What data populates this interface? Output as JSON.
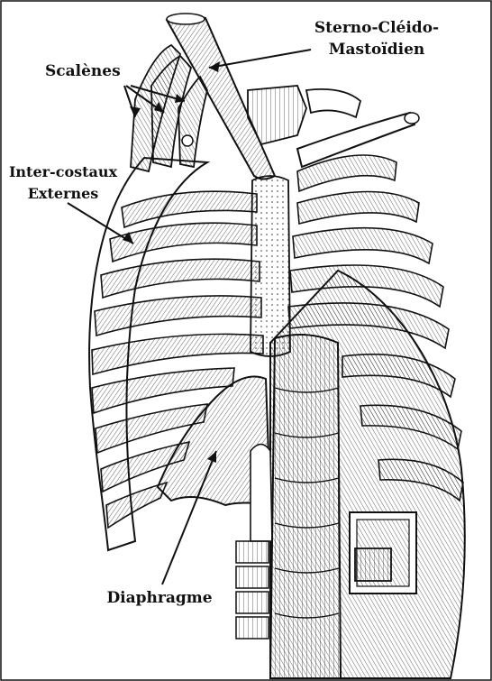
{
  "labels": {
    "scm_line1": "Sterno-Cléido-",
    "scm_line2": "Mastoïdien",
    "scalenes": "Scalènes",
    "intercostal_line1": "Inter-costaux",
    "intercostal_line2": "Externes",
    "diaphragm": "Diaphragme"
  },
  "colors": {
    "ink": "#111111",
    "paper": "#ffffff"
  }
}
